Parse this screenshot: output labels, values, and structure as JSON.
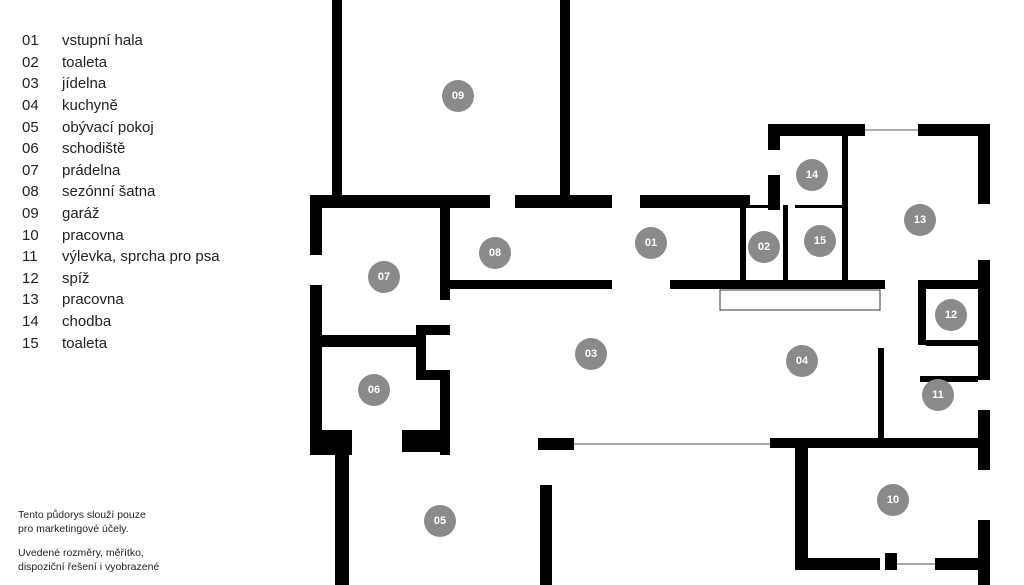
{
  "legend": [
    {
      "num": "01",
      "label": "vstupní hala"
    },
    {
      "num": "02",
      "label": "toaleta"
    },
    {
      "num": "03",
      "label": "jídelna"
    },
    {
      "num": "04",
      "label": "kuchyně"
    },
    {
      "num": "05",
      "label": "obývací pokoj"
    },
    {
      "num": "06",
      "label": "schodiště"
    },
    {
      "num": "07",
      "label": "prádelna"
    },
    {
      "num": "08",
      "label": "sezónní šatna"
    },
    {
      "num": "09",
      "label": "garáž"
    },
    {
      "num": "10",
      "label": "pracovna"
    },
    {
      "num": "11",
      "label": "výlevka, sprcha pro psa"
    },
    {
      "num": "12",
      "label": "spíž"
    },
    {
      "num": "13",
      "label": "pracovna"
    },
    {
      "num": "14",
      "label": "chodba"
    },
    {
      "num": "15",
      "label": "toaleta"
    }
  ],
  "note": {
    "line1": "Tento půdorys slouží pouze",
    "line2": "pro marketingové účely.",
    "line3": "Uvedené rozměry, měřítko,",
    "line4": "dispoziční řešení i vyobrazené"
  },
  "rooms": {
    "r01": "01",
    "r02": "02",
    "r03": "03",
    "r04": "04",
    "r05": "05",
    "r06": "06",
    "r07": "07",
    "r08": "08",
    "r09": "09",
    "r10": "10",
    "r11": "11",
    "r12": "12",
    "r13": "13",
    "r14": "14",
    "r15": "15"
  }
}
